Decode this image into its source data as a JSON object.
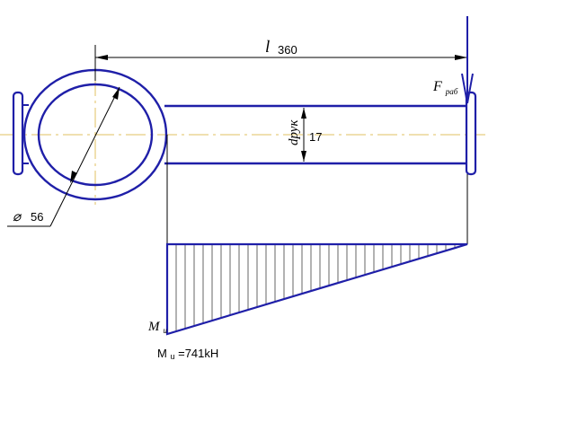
{
  "length_label": {
    "symbol": "l",
    "value": "360"
  },
  "diameter_label": {
    "symbol": "⌀",
    "value": "56"
  },
  "handle_label": {
    "symbol": "dрук",
    "value": "17"
  },
  "force_label": {
    "base": "F",
    "subscript": "раб"
  },
  "moment_label": {
    "base": "M",
    "subscript": "u"
  },
  "result_text": {
    "base": "M",
    "subscript": "u",
    "value": "=741kH"
  },
  "colors": {
    "outline": "#1f1fa8",
    "dimension": "#000000",
    "centerline": "#e0c060"
  }
}
